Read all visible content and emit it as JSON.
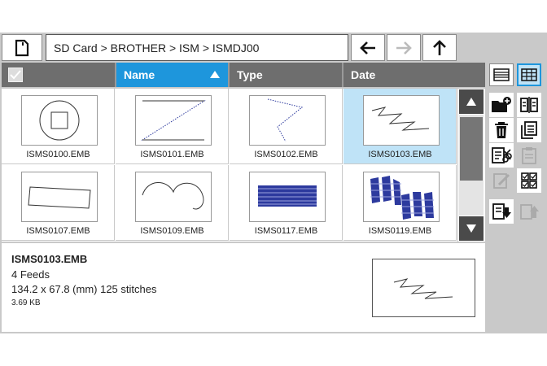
{
  "toolbar": {
    "sd_icon": "sd-card-icon",
    "path": "SD Card > BROTHER > ISM > ISMDJ00",
    "back_icon": "arrow-left-icon",
    "forward_icon": "arrow-right-icon",
    "up_icon": "arrow-up-icon"
  },
  "columns": {
    "select_all_icon": "check-icon",
    "name": "Name",
    "type": "Type",
    "date": "Date"
  },
  "files": [
    {
      "name": "ISMS0100.EMB",
      "selected": false
    },
    {
      "name": "ISMS0101.EMB",
      "selected": false
    },
    {
      "name": "ISMS0102.EMB",
      "selected": false
    },
    {
      "name": "ISMS0103.EMB",
      "selected": true
    },
    {
      "name": "ISMS0107.EMB",
      "selected": false
    },
    {
      "name": "ISMS0109.EMB",
      "selected": false
    },
    {
      "name": "ISMS0117.EMB",
      "selected": false
    },
    {
      "name": "ISMS0119.EMB",
      "selected": false
    }
  ],
  "details": {
    "name": "ISMS0103.EMB",
    "feeds": "4 Feeds",
    "dimensions": "134.2 x 67.8 (mm) 125 stitches",
    "size": "3.69 KB"
  },
  "view_modes": [
    "list-view-icon",
    "grid-view-icon"
  ],
  "tools": [
    "new-folder-icon",
    "properties-icon",
    "delete-icon",
    "copy-icon",
    "cut-icon",
    "paste-icon",
    "rename-icon",
    "select-all-icon",
    "save-icon",
    "export-icon"
  ],
  "colors": {
    "accent": "#1e96dc",
    "selected": "#bfe3f7",
    "header": "#6e6e6e"
  }
}
